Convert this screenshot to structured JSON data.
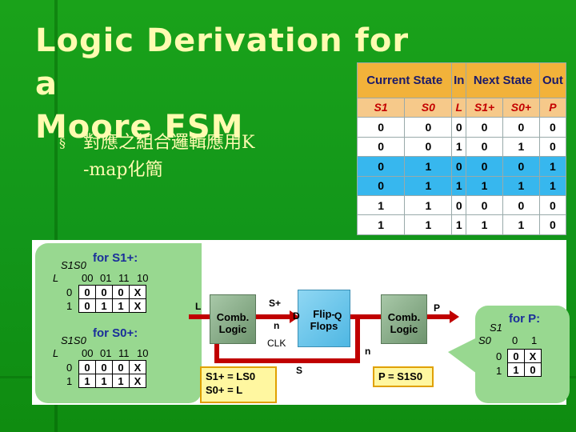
{
  "slide": {
    "title_line1": "Logic Derivation for a",
    "title_line2": "Moore FSM",
    "bullet_mark": "§",
    "bullet_line1": "對應之組合邏輯應用K",
    "bullet_line2": "-map化簡"
  },
  "truth_table": {
    "headers": [
      "Current State",
      "In",
      "Next State",
      "Out"
    ],
    "symbols": [
      "S1",
      "S0",
      "L",
      "S1+",
      "S0+",
      "P"
    ],
    "rows": [
      [
        "0",
        "0",
        "0",
        "0",
        "0",
        "0"
      ],
      [
        "0",
        "0",
        "1",
        "0",
        "1",
        "0"
      ],
      [
        "0",
        "1",
        "0",
        "0",
        "0",
        "1"
      ],
      [
        "0",
        "1",
        "1",
        "1",
        "1",
        "1"
      ],
      [
        "1",
        "1",
        "0",
        "0",
        "0",
        "0"
      ],
      [
        "1",
        "1",
        "1",
        "1",
        "1",
        "0"
      ]
    ]
  },
  "kmap_s1": {
    "title": "for S1+:",
    "vars": "S1S0",
    "row_var": "L",
    "cols": [
      "00",
      "01",
      "11",
      "10"
    ],
    "rows": [
      {
        "label": "0",
        "cells": [
          "0",
          "0",
          "0",
          "X"
        ]
      },
      {
        "label": "1",
        "cells": [
          "0",
          "1",
          "1",
          "X"
        ]
      }
    ]
  },
  "kmap_s0": {
    "title": "for S0+:",
    "vars": "S1S0",
    "row_var": "L",
    "cols": [
      "00",
      "01",
      "11",
      "10"
    ],
    "rows": [
      {
        "label": "0",
        "cells": [
          "0",
          "0",
          "0",
          "X"
        ]
      },
      {
        "label": "1",
        "cells": [
          "1",
          "1",
          "1",
          "X"
        ]
      }
    ]
  },
  "kmap_p": {
    "title": "for P:",
    "row_var": "S0",
    "col_var": "S1",
    "cols": [
      "0",
      "1"
    ],
    "rows": [
      {
        "label": "0",
        "cells": [
          "0",
          "X"
        ]
      },
      {
        "label": "1",
        "cells": [
          "1",
          "0"
        ]
      }
    ]
  },
  "diagram": {
    "input": "L",
    "comb1": "Comb. Logic",
    "ff": "Flip- Flops",
    "ff_d": "D",
    "ff_q": "Q",
    "comb2": "Comb. Logic",
    "output": "P",
    "splus": "S+",
    "n1": "n",
    "n2": "n",
    "clk": "CLK",
    "s": "S",
    "eq1a": "S1+ = LS0",
    "eq1b": "S0+ = L",
    "eq2": "P = S1S0"
  }
}
